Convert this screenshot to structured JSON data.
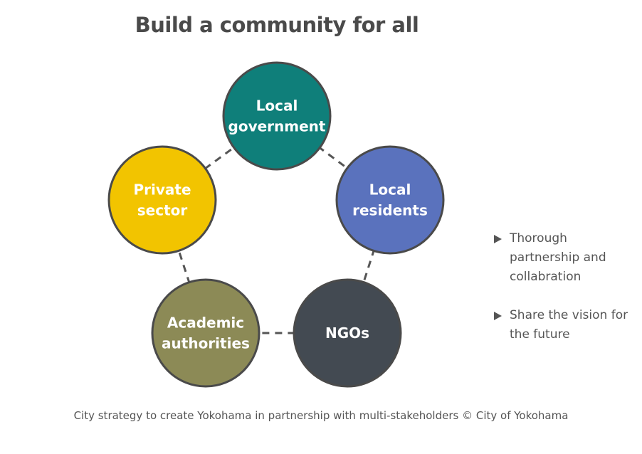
{
  "title": "Build a community for all",
  "nodes": [
    {
      "id": "local-government",
      "lines": [
        "Local",
        "government"
      ],
      "color": "#0f7f7a"
    },
    {
      "id": "local-residents",
      "lines": [
        "Local",
        "residents"
      ],
      "color": "#5a72bd"
    },
    {
      "id": "ngos",
      "lines": [
        "NGOs"
      ],
      "color": "#434a52"
    },
    {
      "id": "academic-authorities",
      "lines": [
        "Academic",
        "authorities"
      ],
      "color": "#8c8a56"
    },
    {
      "id": "private-sector",
      "lines": [
        "Private",
        "sector"
      ],
      "color": "#f2c400"
    }
  ],
  "bullets": [
    {
      "text": "Thorough partnership and collabration"
    },
    {
      "text": "Share the vision for the future"
    }
  ],
  "caption": "City strategy to create Yokohama in partnership with multi-stakeholders © City of Yokohama"
}
